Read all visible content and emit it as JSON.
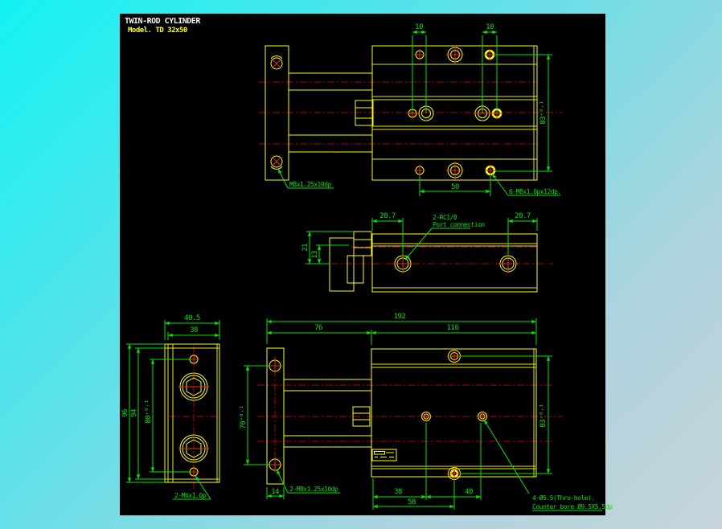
{
  "title": {
    "line1": "TWIN-ROD CYLINDER",
    "line2": "Model. TD 32x50"
  },
  "colors": {
    "geometry": "#ffff00",
    "dimension": "#00e400",
    "centerline": "#b40000",
    "hole_cross": "#e83200",
    "canvas_bg": "#000000",
    "desktop_cyan": "#14f2f2",
    "desktop_pale": "#c6d4dc"
  },
  "top_view": {
    "dims": {
      "offset_left": "10",
      "offset_right": "10",
      "hole_pitch": "50",
      "body_height": "83⁺⁰·¹"
    },
    "labels": {
      "plate_thread": "M8x1.25x10dp",
      "body_thread": "6-M8x1.0px12dp."
    }
  },
  "side_view": {
    "dims": {
      "port_left": "20.7",
      "port_right": "20.7",
      "height_21": "21",
      "height_13": "13"
    },
    "labels": {
      "port_line1": "2-RC1/8",
      "port_line2": "Port connection"
    }
  },
  "end_view": {
    "dims": {
      "width_outer": "40.5",
      "width_inner": "38",
      "height_outer": "96",
      "height_inner": "94",
      "hole_span": "80⁺⁰·¹"
    },
    "labels": {
      "thread": "2-M6x1.0p"
    }
  },
  "front_view": {
    "dims": {
      "overall_length": "192",
      "body_length": "116",
      "plate_to_body": "76",
      "plate_thickness": "14",
      "rod_hole_span": "70⁺⁰·¹",
      "hole_38": "38",
      "hole_40": "40",
      "hole_58": "58",
      "body_height": "83⁺⁰·¹"
    },
    "labels": {
      "plate_thread": "2-M8x1.25x10dp",
      "mount_hole_line1": "4-Ø5.5(Thru-hole).",
      "mount_hole_line2": "Counter bore Ø9.5X5.5dp"
    }
  }
}
